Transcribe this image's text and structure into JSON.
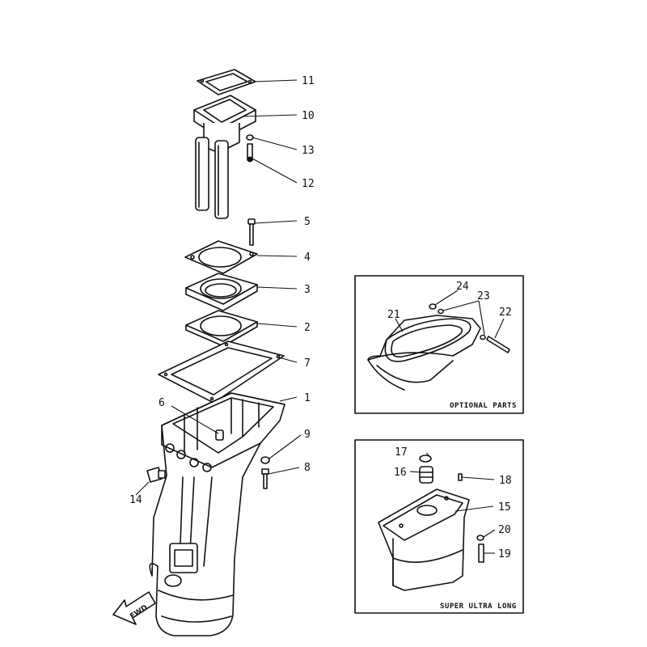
{
  "callouts": {
    "c1": "1",
    "c2": "2",
    "c3": "3",
    "c4": "4",
    "c5": "5",
    "c6": "6",
    "c7": "7",
    "c8": "8",
    "c9": "9",
    "c10": "10",
    "c11": "11",
    "c12": "12",
    "c13": "13",
    "c14": "14",
    "c15": "15",
    "c16": "16",
    "c17": "17",
    "c18": "18",
    "c19": "19",
    "c20": "20",
    "c21": "21",
    "c22": "22",
    "c23": "23",
    "c24": "24"
  },
  "insets": {
    "optional_label": "OPTIONAL PARTS",
    "super_label": "SUPER ULTRA LONG"
  },
  "direction_label": "FWD"
}
